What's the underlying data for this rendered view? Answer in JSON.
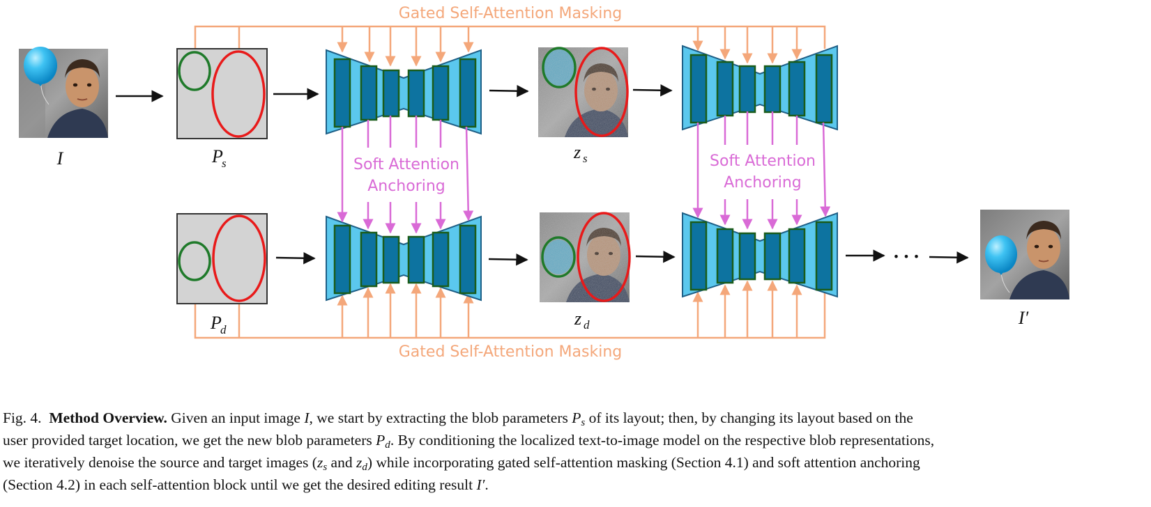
{
  "labels": {
    "gated_top": "Gated Self-Attention Masking",
    "gated_bottom": "Gated Self-Attention Masking",
    "soft1_l1": "Soft Attention",
    "soft1_l2": "Anchoring",
    "soft2_l1": "Soft Attention",
    "soft2_l2": "Anchoring",
    "I": "I",
    "Ps_base": "P",
    "Ps_sub": "s",
    "Pd_base": "P",
    "Pd_sub": "d",
    "zs_base": "z",
    "zs_sub": "s",
    "zd_base": "z",
    "zd_sub": "d",
    "Iprime": "I′",
    "dots": "• • •"
  },
  "caption": {
    "fig": "Fig. 4.",
    "title": "Method Overview.",
    "l1a": "Given an input image ",
    "l1b": "I",
    "l1c": ", we start by extracting the blob parameters ",
    "l1d": "P",
    "l1e": "s",
    "l1f": " of its layout; then, by changing its layout based on the",
    "l2a": "user provided target location, we get the new blob parameters ",
    "l2b": "P",
    "l2c": "d",
    "l2d": ". By conditioning the localized text-to-image model on the respective blob representations,",
    "l3a": "we iteratively denoise the source and target images (",
    "l3b": "z",
    "l3c": "s",
    "l3d": " and ",
    "l3e": "z",
    "l3f": "d",
    "l3g": ") while incorporating gated self-attention masking (Section 4.1) and soft attention anchoring",
    "l4a": "(Section 4.2) in each self-attention block until we get the desired editing result ",
    "l4b": "I′",
    "l4c": "."
  },
  "colors": {
    "orange": "#f4a77a",
    "pink": "#d96ad6",
    "unet_fill": "#5bc8ee",
    "block_fill": "#0d73a0",
    "block_stroke": "#1a5c1a",
    "blob_green": "#1f7a2a",
    "blob_red": "#e81a1a",
    "layout_gray": "#d3d3d3"
  }
}
